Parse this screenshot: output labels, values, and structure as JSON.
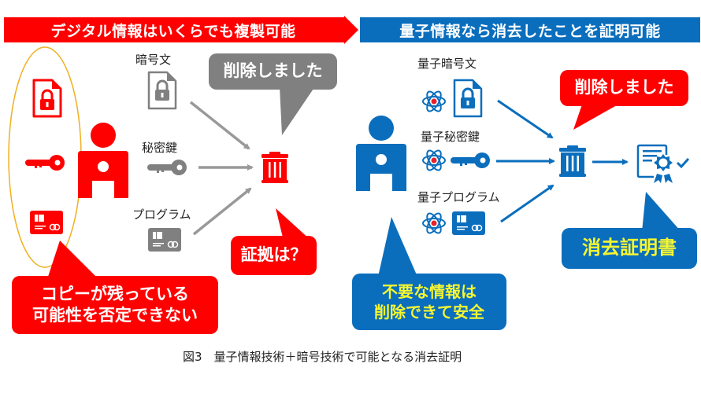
{
  "colors": {
    "red": "#ff0000",
    "blue": "#0a6ebd",
    "gray": "#808080",
    "yellow_text": "#f5f532",
    "ellipse": "#f0b020"
  },
  "left": {
    "banner": "デジタル情報はいくらでも複製可能",
    "items": [
      {
        "label": "暗号文",
        "icon": "locked-file-icon"
      },
      {
        "label": "秘密鍵",
        "icon": "key-icon"
      },
      {
        "label": "プログラム",
        "icon": "card-icon"
      }
    ],
    "deleted_bubble": "削除しました",
    "evidence_bubble": "証拠は？",
    "copy_bubble": [
      "コピーが残っている",
      "可能性を否定できない"
    ]
  },
  "right": {
    "banner": "量子情報なら消去したことを証明可能",
    "items": [
      {
        "label": "量子暗号文",
        "icon": "locked-file-icon"
      },
      {
        "label": "量子秘密鍵",
        "icon": "key-icon"
      },
      {
        "label": "量子プログラム",
        "icon": "card-icon"
      }
    ],
    "deleted_bubble": "削除しました",
    "certificate_bubble": "消去証明書",
    "safe_bubble": [
      "不要な情報は",
      "削除できて安全"
    ]
  },
  "caption": "図3　量子情報技術＋暗号技術で可能となる消去証明"
}
